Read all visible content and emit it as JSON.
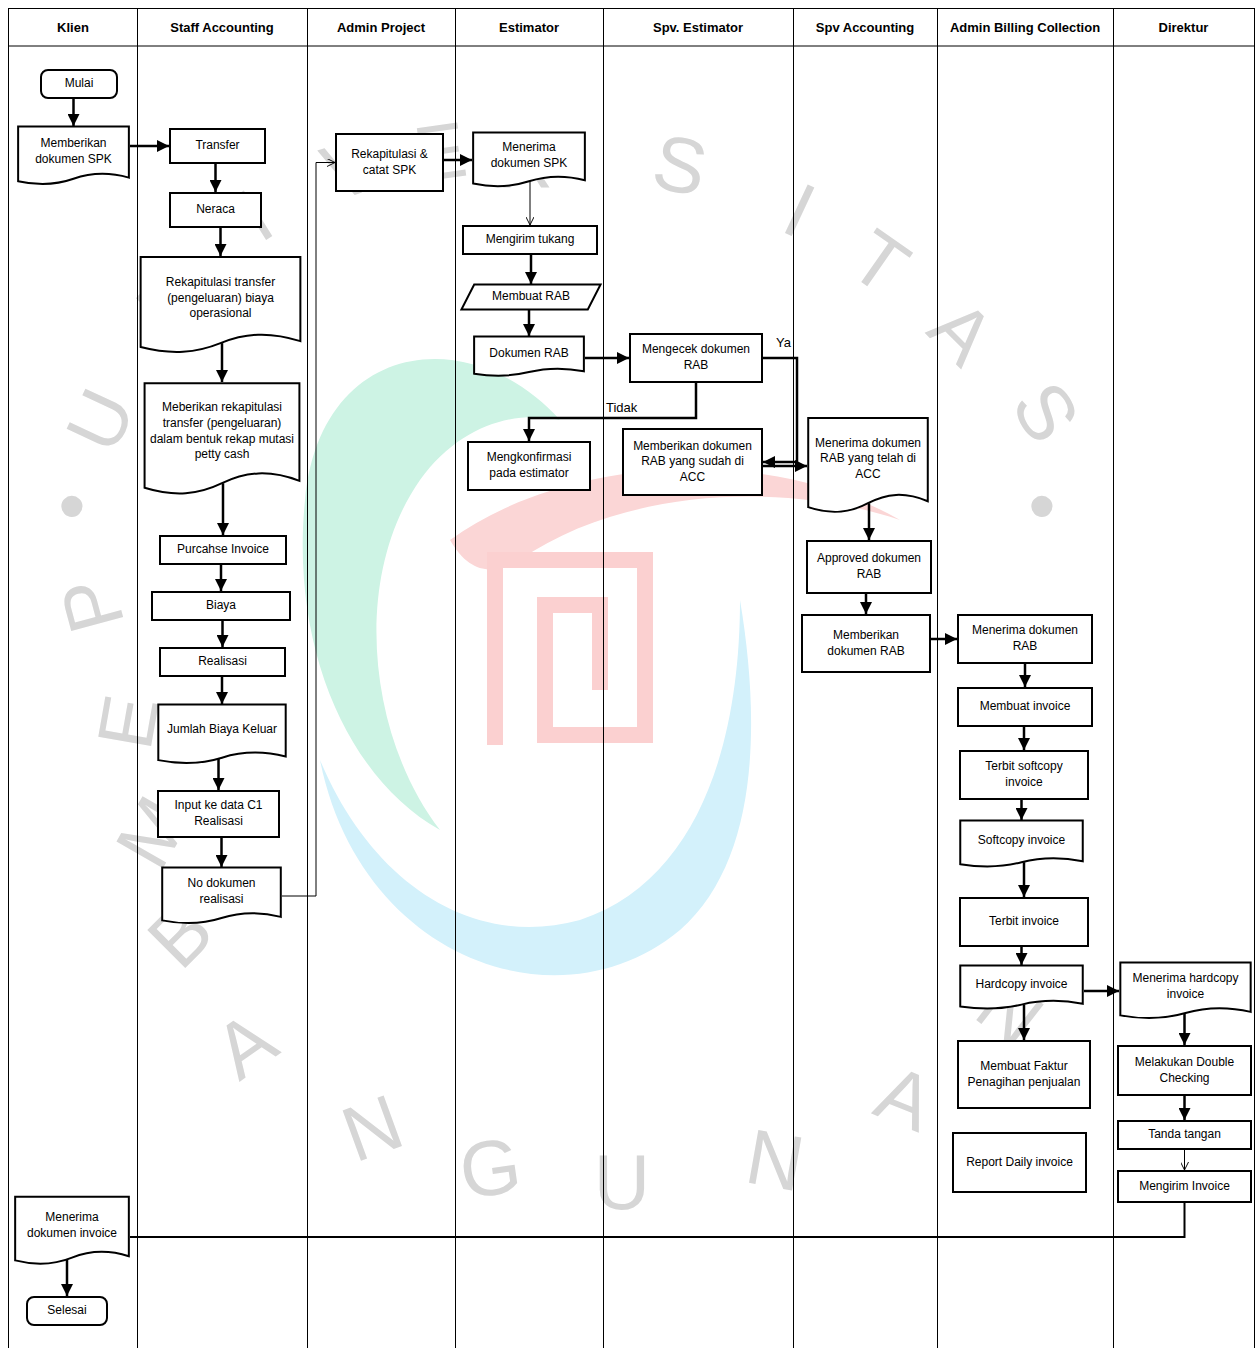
{
  "diagram": {
    "nodes": [
      {
        "text": [
          "Klien"
        ]
      },
      {
        "text": [
          "Staff Accounting"
        ]
      },
      {
        "text": [
          "Admin Project"
        ]
      },
      {
        "text": [
          "Estimator"
        ]
      },
      {
        "text": [
          "Spv. Estimator"
        ]
      },
      {
        "text": [
          "Spv Accounting"
        ]
      },
      {
        "text": [
          "Admin Billing Collection"
        ]
      },
      {
        "text": [
          "Direktur"
        ]
      },
      {
        "text": [
          "Mulai"
        ],
        "in": 0
      },
      {
        "text": [
          "Memberikan dokumen SPK"
        ],
        "in": 0
      },
      {
        "text": [
          "Transfer"
        ],
        "in": 1
      },
      {
        "text": [
          "Neraca"
        ],
        "in": 1
      },
      {
        "text": [
          "Rekapitulasi transfer (pengeluaran) biaya operasional"
        ],
        "in": 1
      },
      {
        "text": [
          "Meberikan rekapitulasi transfer (pengeluaran) dalam bentuk rekap mutasi petty cash"
        ],
        "in": 1
      },
      {
        "text": [
          "Purcahse Invoice"
        ],
        "in": 1
      },
      {
        "text": [
          "Biaya"
        ],
        "in": 1
      },
      {
        "text": [
          "Realisasi"
        ],
        "in": 1
      },
      {
        "text": [
          "Jumlah Biaya Keluar"
        ],
        "in": 1
      },
      {
        "text": [
          "Input ke data C1 Realisasi"
        ],
        "in": 1
      },
      {
        "text": [
          "No dokumen realisasi"
        ],
        "in": 1
      },
      {
        "text": [
          "Rekapitulasi & catat SPK"
        ],
        "in": 2
      },
      {
        "text": [
          "Menerima dokumen SPK"
        ],
        "in": 3
      },
      {
        "text": [
          "Mengirim tukang"
        ],
        "in": 3
      },
      {
        "text": [
          "Membuat RAB"
        ],
        "in": 3
      },
      {
        "text": [
          "Dokumen RAB"
        ],
        "in": 3
      },
      {
        "text": [
          "Mengkonfirmasi pada estimator"
        ],
        "in": 3
      },
      {
        "text": [
          "Mengecek dokumen RAB"
        ],
        "in": 4
      },
      {
        "text": [
          "Memberikan dokumen RAB yang sudah di ACC"
        ],
        "in": 4
      },
      {
        "text": [
          "Menerima dokumen RAB yang telah di ACC"
        ],
        "in": 5
      },
      {
        "text": [
          "Approved dokumen RAB"
        ],
        "in": 5
      },
      {
        "text": [
          "Memberikan dokumen RAB"
        ],
        "in": 5
      },
      {
        "text": [
          "Menerima dokumen RAB"
        ],
        "in": 6
      },
      {
        "text": [
          "Membuat invoice"
        ],
        "in": 6
      },
      {
        "text": [
          "Terbit softcopy invoice"
        ],
        "in": 6
      },
      {
        "text": [
          "Softcopy invoice"
        ],
        "in": 6
      },
      {
        "text": [
          "Terbit invoice"
        ],
        "in": 6
      },
      {
        "text": [
          "Hardcopy invoice"
        ],
        "in": 6
      },
      {
        "text": [
          "Membuat Faktur Penagihan penjualan"
        ],
        "in": 6
      },
      {
        "text": [
          "Report Daily invoice"
        ],
        "in": 6
      },
      {
        "text": [
          "Menerima hardcopy invoice"
        ],
        "in": 7
      },
      {
        "text": [
          "Melakukan Double Checking"
        ],
        "in": 7
      },
      {
        "text": [
          "Tanda tangan"
        ],
        "in": 7
      },
      {
        "text": [
          "Mengirim Invoice"
        ],
        "in": 7
      },
      {
        "text": [
          "Menerima dokumen invoice"
        ],
        "in": 0
      },
      {
        "text": [
          "Selesai"
        ],
        "in": 0
      }
    ],
    "edges": [
      {
        "from": 8,
        "to": 9,
        "arrow": "to"
      },
      {
        "from": 9,
        "to": 10,
        "arrow": "to"
      },
      {
        "from": 10,
        "to": 11,
        "arrow": "to"
      },
      {
        "from": 11,
        "to": 12,
        "arrow": "to"
      },
      {
        "from": 12,
        "to": 13,
        "arrow": "to"
      },
      {
        "from": 13,
        "to": 14,
        "arrow": "to"
      },
      {
        "from": 14,
        "to": 15,
        "arrow": "to"
      },
      {
        "from": 15,
        "to": 16,
        "arrow": "to"
      },
      {
        "from": 16,
        "to": 17,
        "arrow": "to"
      },
      {
        "from": 17,
        "to": 18,
        "arrow": "to"
      },
      {
        "from": 18,
        "to": 19,
        "arrow": "to"
      },
      {
        "from": 19,
        "to": 20,
        "arrow": "to"
      },
      {
        "from": 20,
        "to": 21,
        "arrow": "to"
      },
      {
        "from": 21,
        "to": 22,
        "arrow": "to"
      },
      {
        "from": 22,
        "to": 23,
        "arrow": "to"
      },
      {
        "from": 23,
        "to": 24,
        "arrow": "to"
      },
      {
        "from": 24,
        "to": 26,
        "arrow": "to"
      },
      {
        "from": 26,
        "to": 27,
        "label": "Ya",
        "arrow": "to"
      },
      {
        "from": 26,
        "to": 25,
        "label": "Tidak",
        "arrow": "to"
      },
      {
        "from": 27,
        "to": 28,
        "arrow": "to"
      },
      {
        "from": 28,
        "to": 29,
        "arrow": "to"
      },
      {
        "from": 29,
        "to": 30,
        "arrow": "to"
      },
      {
        "from": 30,
        "to": 31,
        "arrow": "to"
      },
      {
        "from": 31,
        "to": 32,
        "arrow": "to"
      },
      {
        "from": 32,
        "to": 33,
        "arrow": "to"
      },
      {
        "from": 33,
        "to": 34,
        "arrow": "to"
      },
      {
        "from": 34,
        "to": 35,
        "arrow": "to"
      },
      {
        "from": 35,
        "to": 36,
        "arrow": "to"
      },
      {
        "from": 36,
        "to": 39,
        "arrow": "to"
      },
      {
        "from": 36,
        "to": 37,
        "arrow": "to"
      },
      {
        "from": 39,
        "to": 40,
        "arrow": "to"
      },
      {
        "from": 40,
        "to": 41,
        "arrow": "to"
      },
      {
        "from": 41,
        "to": 42,
        "arrow": "to"
      },
      {
        "from": 42,
        "to": 43,
        "arrow": "none"
      },
      {
        "from": 43,
        "to": 44,
        "arrow": "to"
      }
    ],
    "labels": [
      "U",
      "N",
      "I",
      "V",
      "E",
      "R",
      "S",
      "I",
      "T",
      "A",
      "S",
      "•",
      "•",
      "P",
      "E",
      "M",
      "B",
      "A",
      "N",
      "G",
      "U",
      "N",
      "A",
      "N"
    ]
  }
}
